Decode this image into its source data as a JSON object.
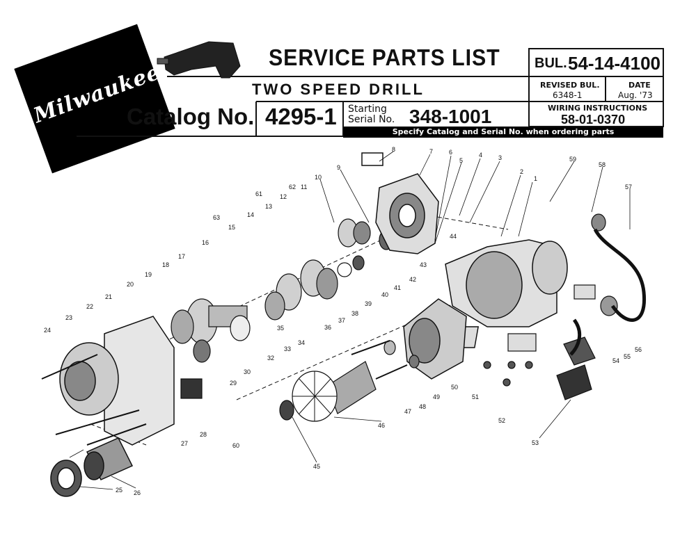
{
  "header": {
    "brand": "Milwaukee",
    "title": "SERVICE PARTS LIST",
    "subtitle": "TWO SPEED DRILL",
    "catalog_label": "Catalog No.",
    "catalog_number": "4295-1",
    "starting_label_1": "Starting",
    "starting_label_2": "Serial No.",
    "serial_number": "348-1001",
    "bulletin_label": "BUL.",
    "bulletin_number": "54-14-4100",
    "revised_label": "REVISED BUL.",
    "revised_value": "6348-1",
    "date_label": "DATE",
    "date_value": "Aug. '73",
    "wiring_label": "WIRING INSTRUCTIONS",
    "wiring_value": "58-01-0370",
    "ordering_note": "Specify Catalog and Serial No. when ordering parts"
  },
  "callouts": [
    {
      "id": "c1",
      "text": "1"
    },
    {
      "id": "c2",
      "text": "2"
    },
    {
      "id": "c3",
      "text": "3"
    },
    {
      "id": "c4",
      "text": "4"
    },
    {
      "id": "c5",
      "text": "5"
    },
    {
      "id": "c6",
      "text": "6"
    },
    {
      "id": "c7",
      "text": "7"
    },
    {
      "id": "c8",
      "text": "8"
    },
    {
      "id": "c9",
      "text": "9"
    },
    {
      "id": "c10",
      "text": "10"
    },
    {
      "id": "c11",
      "text": "11"
    },
    {
      "id": "c12",
      "text": "12"
    },
    {
      "id": "c13",
      "text": "13"
    },
    {
      "id": "c14",
      "text": "14"
    },
    {
      "id": "c15",
      "text": "15"
    },
    {
      "id": "c16",
      "text": "16"
    },
    {
      "id": "c17",
      "text": "17"
    },
    {
      "id": "c18",
      "text": "18"
    },
    {
      "id": "c19",
      "text": "19"
    },
    {
      "id": "c20",
      "text": "20"
    },
    {
      "id": "c21",
      "text": "21"
    },
    {
      "id": "c22",
      "text": "22"
    },
    {
      "id": "c23",
      "text": "23"
    },
    {
      "id": "c24",
      "text": "24"
    },
    {
      "id": "c25",
      "text": "25"
    },
    {
      "id": "c26",
      "text": "26"
    },
    {
      "id": "c27",
      "text": "27"
    },
    {
      "id": "c28",
      "text": "28"
    },
    {
      "id": "c29",
      "text": "29"
    },
    {
      "id": "c30",
      "text": "30"
    },
    {
      "id": "c32",
      "text": "32"
    },
    {
      "id": "c33",
      "text": "33"
    },
    {
      "id": "c34",
      "text": "34"
    },
    {
      "id": "c35",
      "text": "35"
    },
    {
      "id": "c36",
      "text": "36"
    },
    {
      "id": "c37",
      "text": "37"
    },
    {
      "id": "c38",
      "text": "38"
    },
    {
      "id": "c39",
      "text": "39"
    },
    {
      "id": "c40",
      "text": "40"
    },
    {
      "id": "c41",
      "text": "41"
    },
    {
      "id": "c42",
      "text": "42"
    },
    {
      "id": "c43",
      "text": "43"
    },
    {
      "id": "c44",
      "text": "44"
    },
    {
      "id": "c45",
      "text": "45"
    },
    {
      "id": "c46",
      "text": "46"
    },
    {
      "id": "c47",
      "text": "47"
    },
    {
      "id": "c48",
      "text": "48"
    },
    {
      "id": "c49",
      "text": "49"
    },
    {
      "id": "c50",
      "text": "50"
    },
    {
      "id": "c51",
      "text": "51"
    },
    {
      "id": "c52",
      "text": "52"
    },
    {
      "id": "c53",
      "text": "53"
    },
    {
      "id": "c54",
      "text": "54"
    },
    {
      "id": "c55",
      "text": "55"
    },
    {
      "id": "c56",
      "text": "56"
    },
    {
      "id": "c57",
      "text": "57"
    },
    {
      "id": "c58",
      "text": "58"
    },
    {
      "id": "c59",
      "text": "59"
    },
    {
      "id": "c60",
      "text": "60"
    },
    {
      "id": "c61",
      "text": "61"
    },
    {
      "id": "c62",
      "text": "62"
    },
    {
      "id": "c63",
      "text": "63"
    }
  ]
}
